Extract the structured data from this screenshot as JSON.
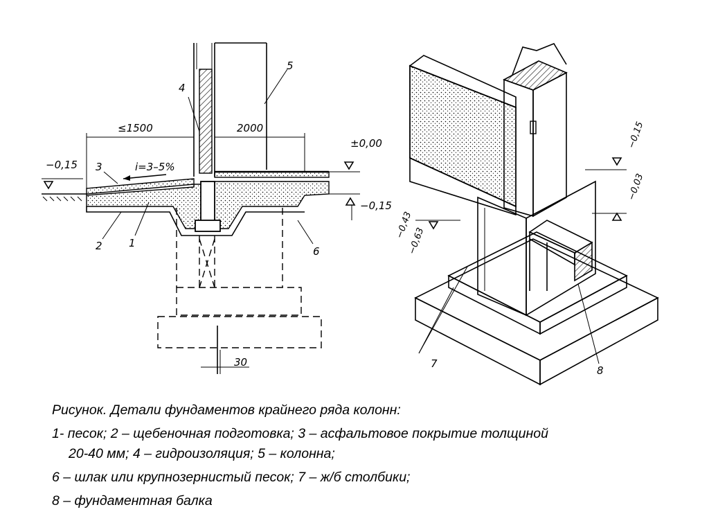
{
  "labels": {
    "dim_1500": "≤1500",
    "dim_2000": "2000",
    "slope": "i=3–5%",
    "dim_30": "30",
    "level_000": "±0,00",
    "level_015_left": "−0,15",
    "level_015_right": "−0,15",
    "level_015_iso": "−0,15",
    "level_003": "−0,03",
    "level_043": "−0,43",
    "level_063": "−0,63",
    "n1": "1",
    "n2": "2",
    "n3": "3",
    "n4": "4",
    "n5": "5",
    "n6": "6",
    "n7": "7",
    "n8": "8"
  },
  "caption": {
    "title": "Рисунок. Детали фундаментов крайнего ряда колонн:",
    "line1a": "1- песок; 2 – щебеночная подготовка; 3 – асфальтовое покрытие толщиной",
    "line1b": "20-40 мм; 4 – гидроизоляция; 5 – колонна;",
    "line2": "6 – шлак или крупнозернистый песок; 7 – ж/б столбики;",
    "line3": "8 – фундаментная балка"
  }
}
